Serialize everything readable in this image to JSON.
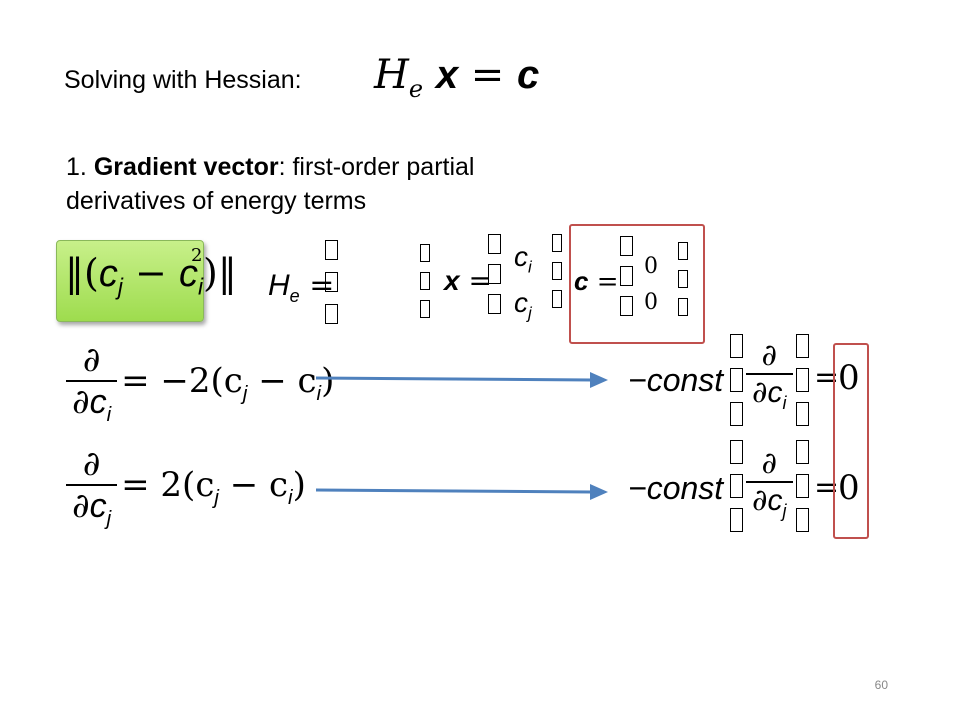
{
  "slide": {
    "title": "Solving with Hessian:",
    "equation": {
      "H": "H",
      "e": "e",
      "x": "x",
      "eq": "=",
      "c": "c"
    },
    "point_number": "1.",
    "point_bold": "Gradient vector",
    "point_rest": ": first-order partial derivatives of energy terms",
    "energy_term": {
      "cj": "c",
      "j": "j",
      "minus": "−",
      "ci": "c",
      "i": "i",
      "exp": "2"
    },
    "matrix_labels": {
      "He": "H",
      "e": "e",
      "x": "x",
      "c": "c",
      "ci": "c",
      "i": "i",
      "cj": "c",
      "j": "j",
      "zero": "0",
      "eq": "="
    },
    "deriv1": {
      "num": "∂",
      "den_c": "c",
      "den_i": "i",
      "rhs": "= −2(c",
      "j": "j",
      "minus": " − c",
      "i": "i",
      "close": ")"
    },
    "deriv2": {
      "num": "∂",
      "den_c": "c",
      "den_j": "j",
      "rhs": "= 2(c",
      "j": "j",
      "minus": " − c",
      "i": "i",
      "close": ")"
    },
    "result1": {
      "lead": "−const",
      "num": "∂",
      "den_c": "c",
      "den_i": "i",
      "eq": "=",
      "zero": "0"
    },
    "result2": {
      "lead": "−const",
      "num": "∂",
      "den_c": "c",
      "den_j": "j",
      "eq": "=",
      "zero": "0"
    },
    "page_number": "60",
    "colors": {
      "arrow": "#4f81bd",
      "highlight": "#c0504d",
      "green": "#9edc4e"
    }
  }
}
